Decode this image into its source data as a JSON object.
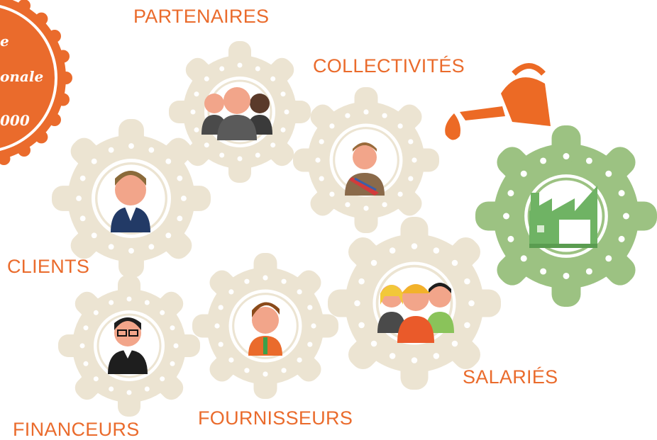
{
  "labels": {
    "partenaires": "PARTENAIRES",
    "collectivites": "COLLECTIVITÉS",
    "clients": "CLIENTS",
    "financeurs": "FINANCEURS",
    "fournisseurs": "FOURNISSEURS",
    "salaries": "SALARIÉS"
  },
  "seal": {
    "line1": "e",
    "line2": "onale",
    "line3": "000"
  },
  "colors": {
    "label": "#ea6b2c",
    "gear": "#ece4d2",
    "gear_company": "#9cc282",
    "seal": "#ea6b2c",
    "watering_can": "#ec6a25"
  },
  "icons": {
    "company": "factory-icon",
    "pour": "watering-can-icon"
  }
}
